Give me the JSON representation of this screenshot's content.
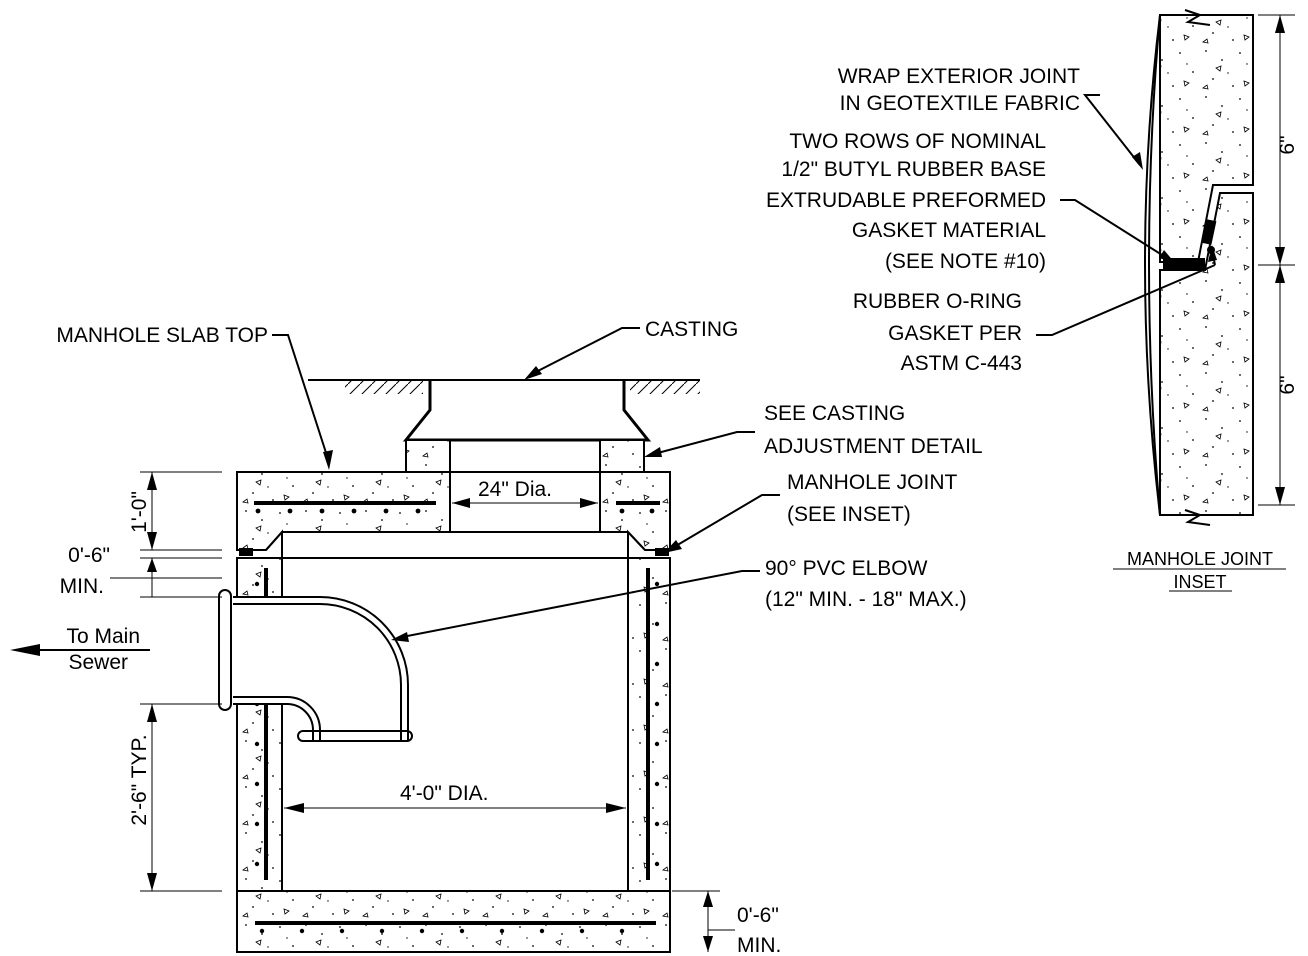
{
  "labels": {
    "wrap_joint_1": "WRAP EXTERIOR JOINT",
    "wrap_joint_2": "IN GEOTEXTILE FABRIC",
    "butyl_1": "TWO ROWS OF NOMINAL",
    "butyl_2": "1/2\" BUTYL RUBBER BASE",
    "butyl_3": "EXTRUDABLE PREFORMED",
    "butyl_4": "GASKET MATERIAL",
    "butyl_5": "(SEE NOTE #10)",
    "oring_1": "RUBBER  O-RING",
    "oring_2": "GASKET PER",
    "oring_3": "ASTM C-443",
    "slab_top": "MANHOLE SLAB TOP",
    "casting": "CASTING",
    "casting_adj_1": "SEE CASTING",
    "casting_adj_2": "ADJUSTMENT DETAIL",
    "mh_joint_1": "MANHOLE JOINT",
    "mh_joint_2": "(SEE INSET)",
    "elbow_1": "90° PVC ELBOW",
    "elbow_2": "(12\" MIN. - 18\" MAX.)",
    "opening": "24\" Dia.",
    "inner_dia": "4'-0\" DIA.",
    "to_main_1": "To Main",
    "to_main_2": "Sewer",
    "dim_slab": "1'-0\"",
    "dim_min_1": "0'-6\"",
    "dim_min_2": "MIN.",
    "dim_typ": "2'-6\" TYP.",
    "dim_base_1": "0'-6\"",
    "dim_base_2": "MIN.",
    "inset_dim_top": "6\"",
    "inset_dim_bottom": "6\"",
    "inset_title_1": "MANHOLE JOINT",
    "inset_title_2": "INSET"
  }
}
